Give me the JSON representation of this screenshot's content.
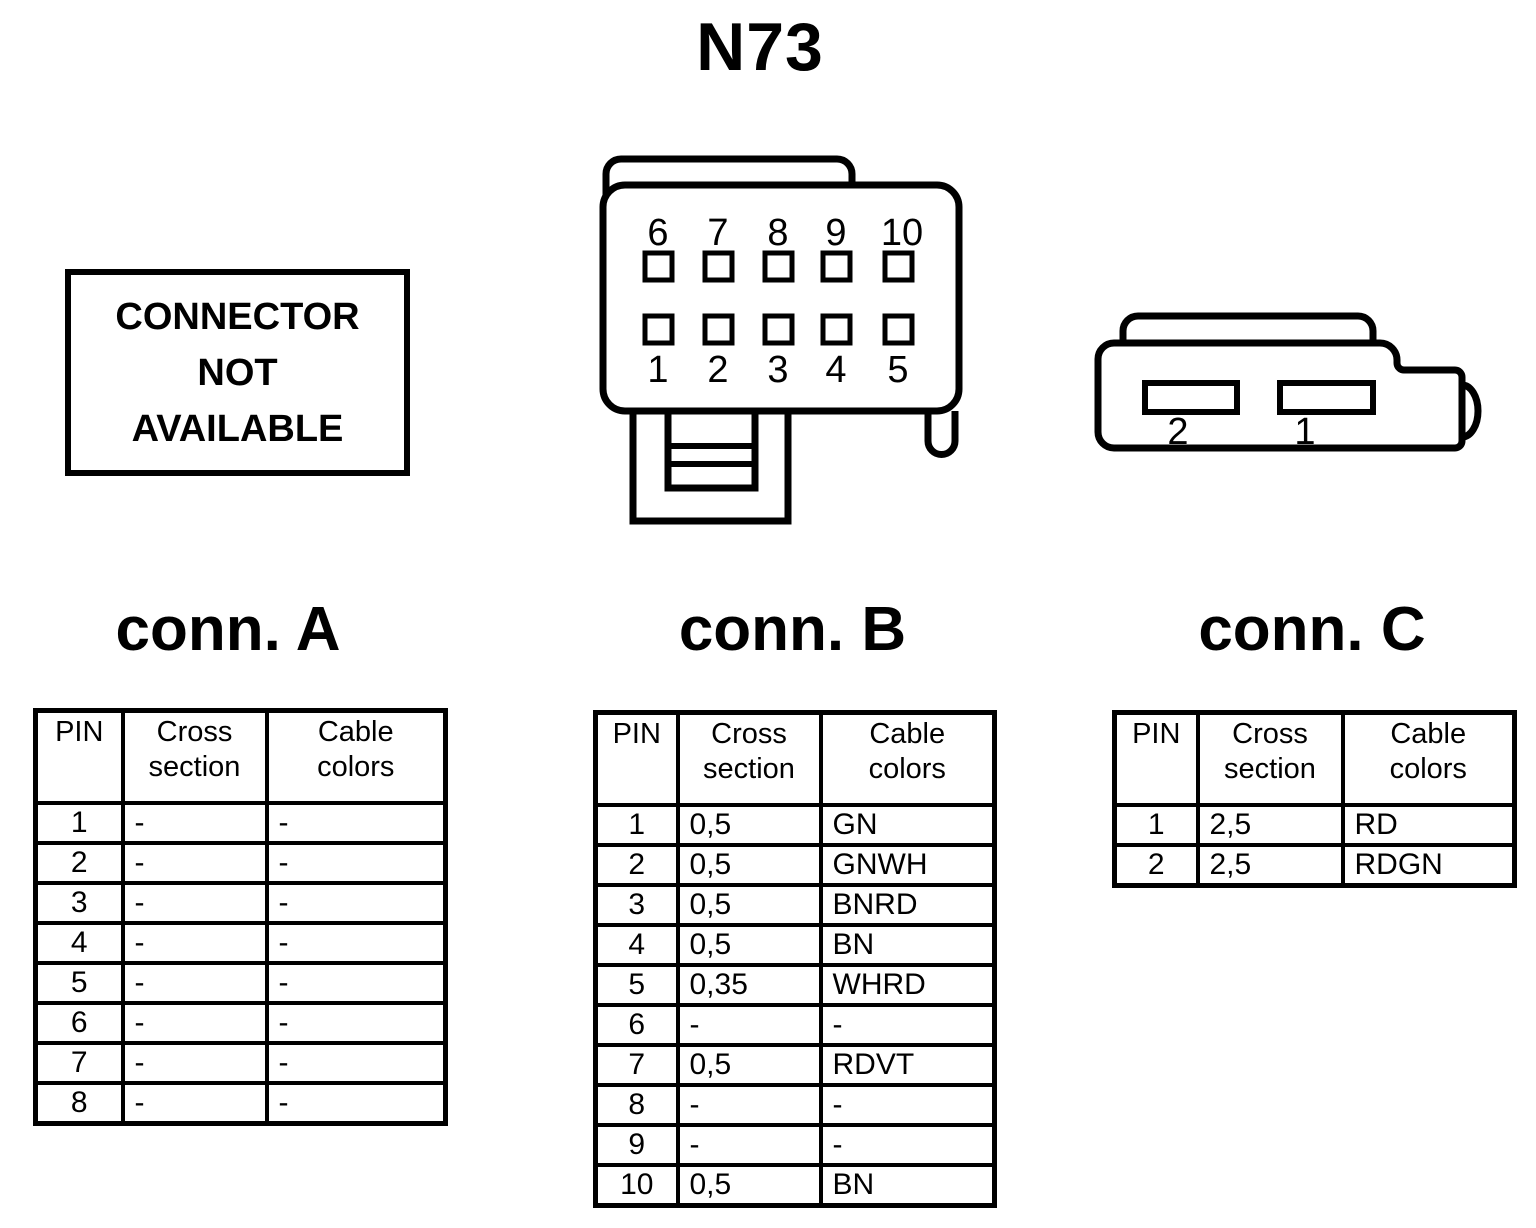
{
  "title": "N73",
  "notice_box": {
    "lines": [
      "CONNECTOR",
      "NOT",
      "AVAILABLE"
    ]
  },
  "connector_b_drawing": {
    "pins_top": [
      "6",
      "7",
      "8",
      "9",
      "10"
    ],
    "pins_bottom": [
      "1",
      "2",
      "3",
      "4",
      "5"
    ]
  },
  "connector_c_drawing": {
    "pin_labels": [
      "2",
      "1"
    ]
  },
  "tables": {
    "a": {
      "title": "conn. A",
      "headers": {
        "pin": "PIN",
        "cross": "Cross\nsection",
        "cable": "Cable\ncolors"
      },
      "rows": [
        {
          "pin": "1",
          "cross": "-",
          "cable": "-"
        },
        {
          "pin": "2",
          "cross": "-",
          "cable": "-"
        },
        {
          "pin": "3",
          "cross": "-",
          "cable": "-"
        },
        {
          "pin": "4",
          "cross": "-",
          "cable": "-"
        },
        {
          "pin": "5",
          "cross": "-",
          "cable": "-"
        },
        {
          "pin": "6",
          "cross": "-",
          "cable": "-"
        },
        {
          "pin": "7",
          "cross": "-",
          "cable": "-"
        },
        {
          "pin": "8",
          "cross": "-",
          "cable": "-"
        }
      ]
    },
    "b": {
      "title": "conn. B",
      "headers": {
        "pin": "PIN",
        "cross": "Cross\nsection",
        "cable": "Cable\ncolors"
      },
      "rows": [
        {
          "pin": "1",
          "cross": "0,5",
          "cable": "GN"
        },
        {
          "pin": "2",
          "cross": "0,5",
          "cable": "GNWH"
        },
        {
          "pin": "3",
          "cross": "0,5",
          "cable": "BNRD"
        },
        {
          "pin": "4",
          "cross": "0,5",
          "cable": "BN"
        },
        {
          "pin": "5",
          "cross": "0,35",
          "cable": "WHRD"
        },
        {
          "pin": "6",
          "cross": "-",
          "cable": "-"
        },
        {
          "pin": "7",
          "cross": "0,5",
          "cable": "RDVT"
        },
        {
          "pin": "8",
          "cross": "-",
          "cable": "-"
        },
        {
          "pin": "9",
          "cross": "-",
          "cable": "-"
        },
        {
          "pin": "10",
          "cross": "0,5",
          "cable": "BN"
        }
      ]
    },
    "c": {
      "title": "conn. C",
      "headers": {
        "pin": "PIN",
        "cross": "Cross\nsection",
        "cable": "Cable\ncolors"
      },
      "rows": [
        {
          "pin": "1",
          "cross": "2,5",
          "cable": "RD"
        },
        {
          "pin": "2",
          "cross": "2,5",
          "cable": "RDGN"
        }
      ]
    }
  },
  "colors": {
    "ink": "#000000",
    "paper": "#ffffff"
  }
}
